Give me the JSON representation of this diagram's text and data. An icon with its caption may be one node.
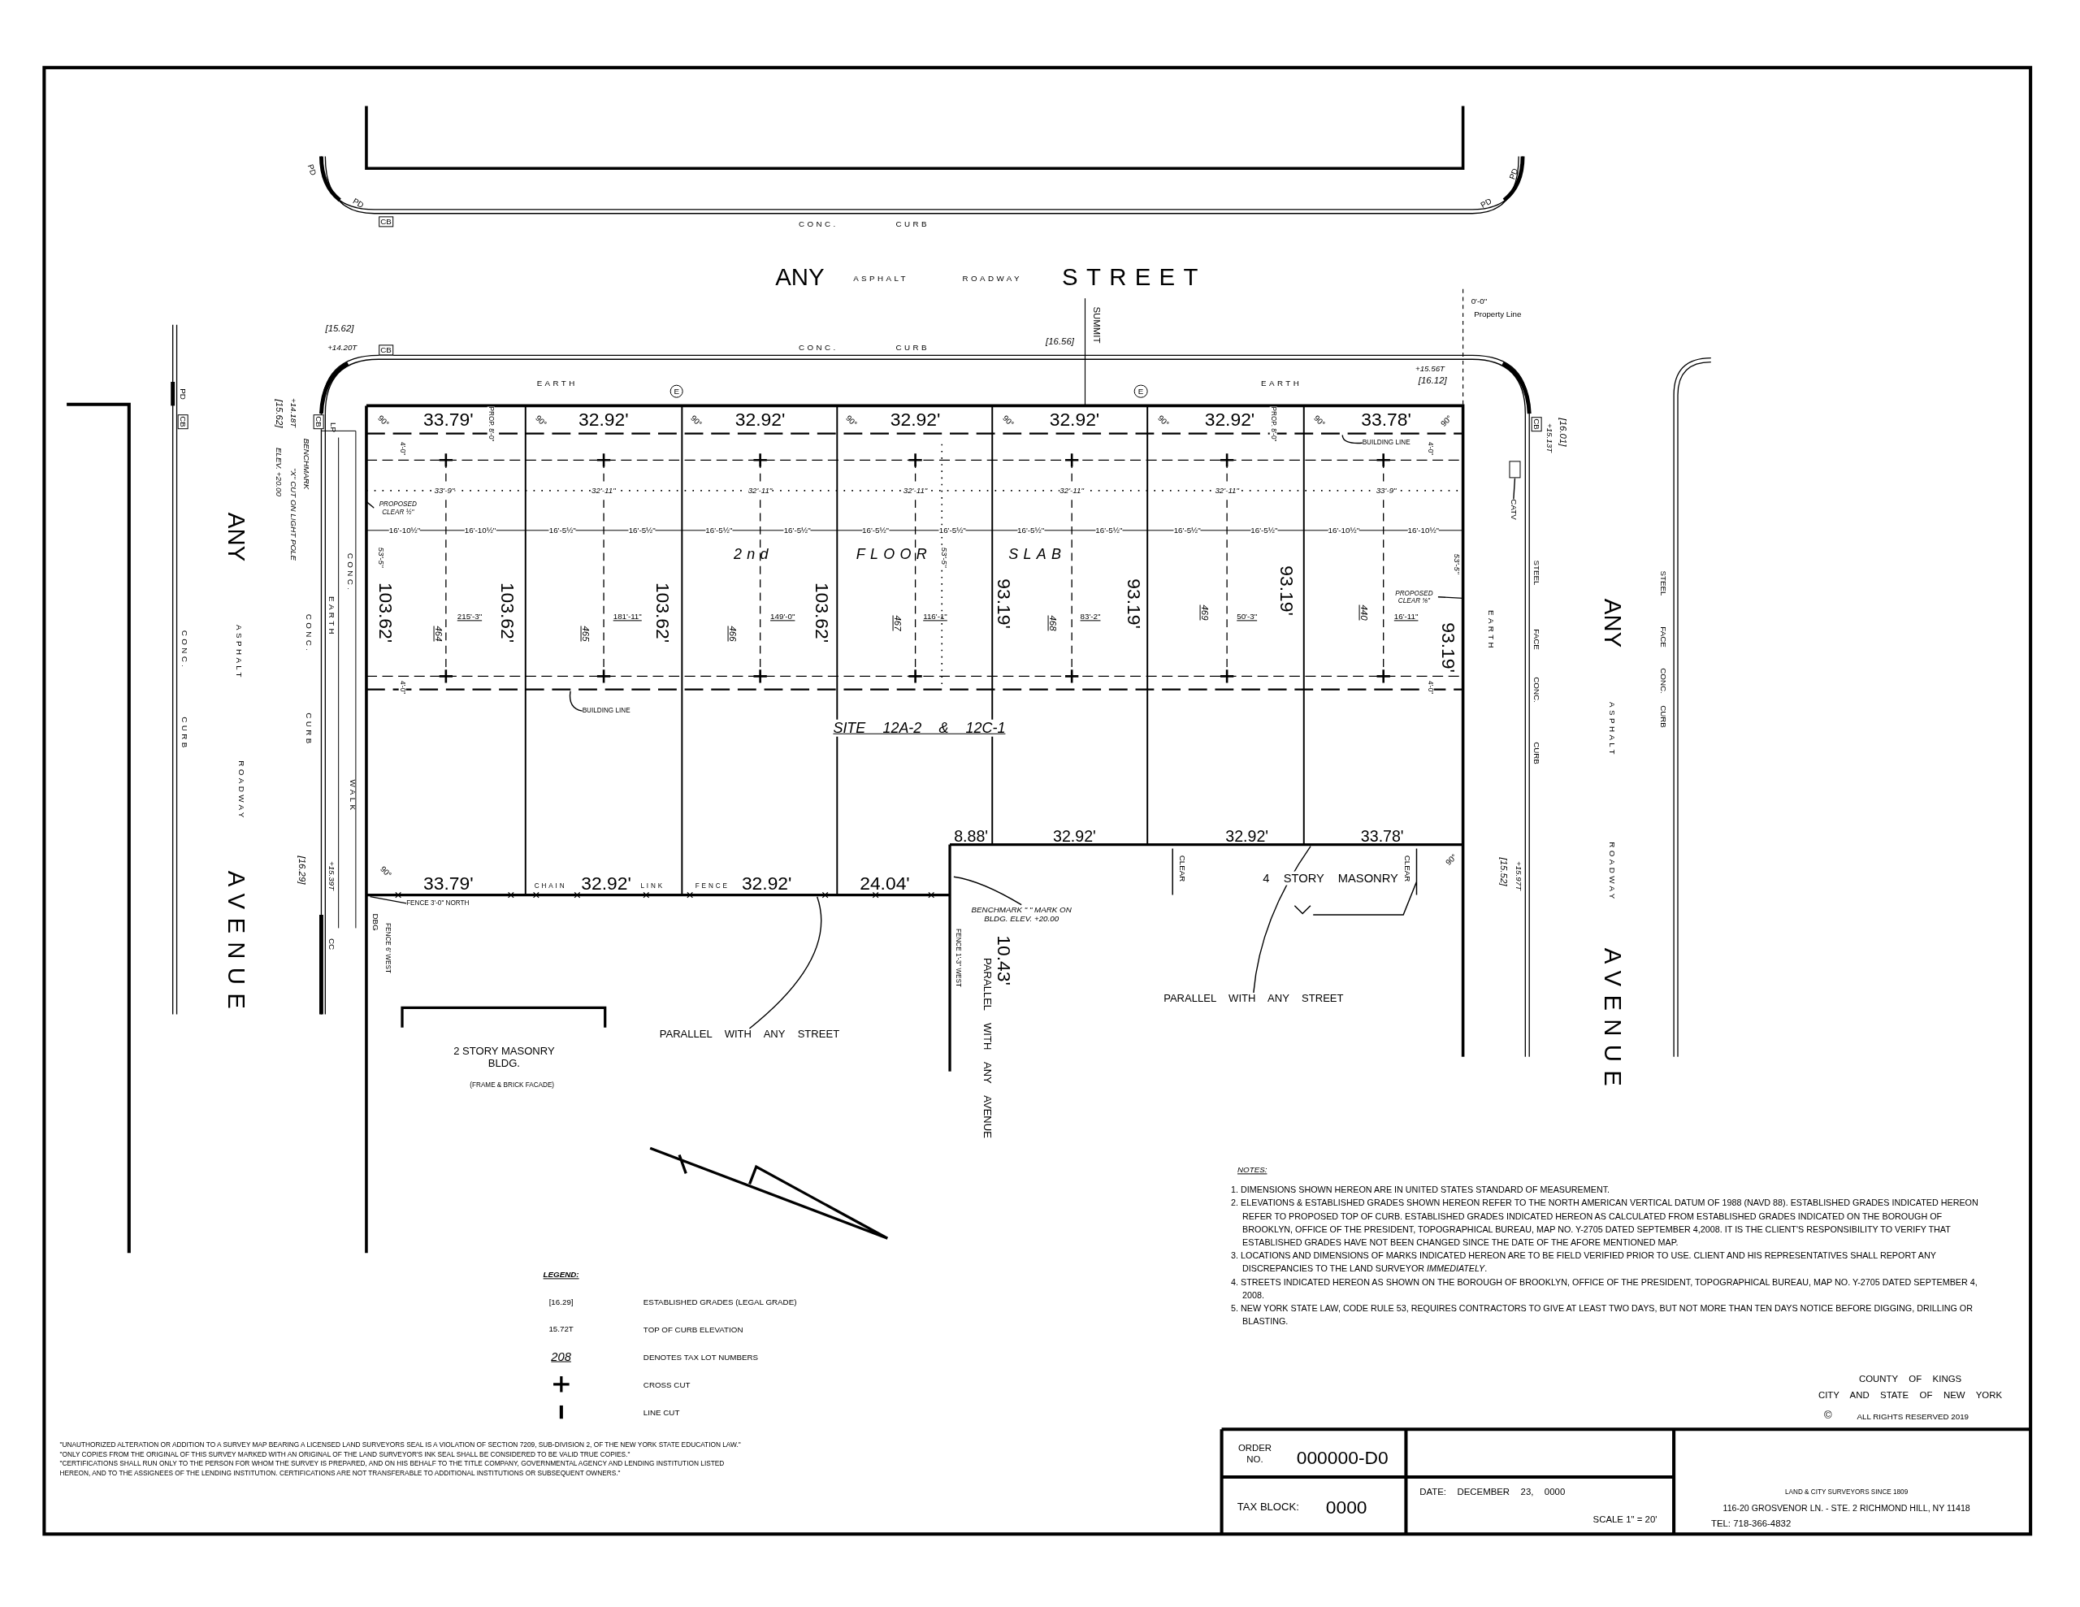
{
  "diagram": {
    "nodes": [
      {
        "text": [
          "BUILDING LINE"
        ]
      },
      {
        "text": [
          "BUILDING LINE"
        ]
      },
      {
        "text": [
          "PROPOSED CLEAR ½\""
        ]
      },
      {
        "text": [
          "PROPOSED CLEAR ⅜\""
        ]
      },
      {
        "text": [
          "CATV"
        ]
      },
      {
        "text": [],
        "shape": "box"
      },
      {
        "text": [
          "FENCE 3'-0\" NORTH"
        ]
      },
      {
        "text": [
          "BENCHMARK \" \" MARK ON BLDG. ELEV. +20.00"
        ]
      },
      {
        "text": [
          "PARALLEL WITH ANY STREET"
        ]
      },
      {
        "text": [
          "PARALLEL WITH ANY STREET"
        ]
      }
    ],
    "edges": [
      {
        "from": 0,
        "to": null,
        "arrow": "none"
      },
      {
        "from": 1,
        "to": null,
        "arrow": "none"
      },
      {
        "from": 2,
        "to": null,
        "arrow": "none"
      },
      {
        "from": 3,
        "to": null,
        "arrow": "none"
      },
      {
        "from": 4,
        "to": 5,
        "arrow": "none"
      },
      {
        "from": 6,
        "to": null,
        "arrow": "none"
      },
      {
        "from": 7,
        "to": null,
        "arrow": "none"
      },
      {
        "from": 8,
        "to": null,
        "arrow": "none"
      },
      {
        "from": 9,
        "to": null,
        "arrow": "none"
      }
    ],
    "labels": [
      "PD",
      "PD",
      "CB",
      "CONC.",
      "CURB",
      "PD",
      "PD",
      "ANY",
      "ASPHALT",
      "ROADWAY",
      "STREET",
      "0'-0\"",
      "Property Line",
      "[15.62]",
      "+14.20T",
      "CB",
      "CONC.",
      "CURB",
      "[16.56]",
      "SUMMIT",
      "+15.56T",
      "[16.12]",
      "EARTH",
      "E",
      "E",
      "EARTH",
      "PD",
      "CB",
      "[15.62]",
      "ELEV. +20.00",
      "+14.18T",
      "\"X\" CUT ON LIGHT POLE",
      "BENCHMARK",
      "CB",
      "LP",
      "CB",
      "+15.13T",
      "[16.01]",
      "ANY",
      "CONC.",
      "CURB",
      "ASPHALT",
      "ROADWAY",
      "AVENUE",
      "CONC.",
      "CURB",
      "CONC.",
      "EARTH",
      "WALK",
      "[16.29]",
      "+15.39T",
      "CC",
      "DBG",
      "EARTH",
      "STEEL",
      "FACE",
      "CONC.",
      "CURB",
      "ANY",
      "ASPHALT",
      "ROADWAY",
      "AVENUE",
      "STEEL",
      "FACE",
      "CONC.",
      "CURB",
      "[15.52]",
      "+15.97T",
      "90°",
      "33.79'",
      "PROP. 8'-0\"",
      "90°",
      "32.92'",
      "90°",
      "32.92'",
      "90°",
      "32.92'",
      "90°",
      "32.92'",
      "90°",
      "32.92'",
      "PROP. 8'-0\"",
      "90°",
      "33.78'",
      "90°",
      "4'-0\"",
      "4'-0\"",
      "33'-9\"",
      "32'-11\"",
      "32'-11\"",
      "32'-11\"",
      "32'-11\"",
      "32'-11\"",
      "33'-9\"",
      "16'-10½\"",
      "16'-10½\"",
      "16'-5½\"",
      "16'-5½\"",
      "16'-5½\"",
      "16'-5½\"",
      "16'-5½\"",
      "16'-5½\"",
      "16'-5½\"",
      "16'-5½\"",
      "16'-5½\"",
      "16'-5½\"",
      "16'-10½\"",
      "16'-10½\"",
      "53'-5\"",
      "2nd",
      "FLOOR",
      "SLAB",
      "53'-5\"",
      "53'-5\"",
      "103.62'",
      "103.62'",
      "103.62'",
      "103.62'",
      "93.19'",
      "93.19'",
      "93.19'",
      "93.19'",
      "464",
      "465",
      "466",
      "467",
      "468",
      "469",
      "440",
      "215'-3\"",
      "181'-11\"",
      "149'-0\"",
      "116'-1\"",
      "83'-2\"",
      "50'-3\"",
      "16'-11\"",
      "4'-0\"",
      "4'-0\"",
      "SITE 12A-2 & 12C-1",
      "8.88'",
      "32.92'",
      "32.92'",
      "33.78'",
      "90°",
      "33.79'",
      "CHAIN",
      "32.92'",
      "LINK",
      "FENCE",
      "32.92'",
      "24.04'",
      "CLEAR",
      "4 STORY MASONRY",
      "CLEAR",
      "90°",
      "FENCE 6' WEST",
      "FENCE 1'-3\" WEST",
      "10.43'",
      "PARALLEL WITH ANY AVENUE",
      "2 STORY MASONRY BLDG.",
      "(FRAME & BRICK FACADE)",
      "LEGEND:",
      "[16.29]",
      "15.72T",
      "208",
      "NOTES:",
      "1. DIMENSIONS SHOWN HEREON ARE IN UNITED STATES STANDARD OF MEASUREMENT.",
      "2. ELEVATIONS & ESTABLISHED GRADES SHOWN HEREON REFER TO THE NORTH AMERICAN VERTICAL DATUM OF 1988 (NAVD 88). ESTABLISHED GRADES INDICATED HEREON REFER TO PROPOSED TOP OF CURB. ESTABLISHED GRADES INDICATED HEREON AS CALCULATED FROM ESTABLISHED GRADES INDICATED ON THE BOROUGH OF BROOKLYN, OFFICE OF THE PRESIDENT, TOPOGRAPHICAL BUREAU, MAP NO. Y-2705 DATED SEPTEMBER 4,2008. IT IS THE CLIENT'S RESPONSIBILITY TO VERIFY THAT ESTABLISHED GRADES HAVE NOT BEEN CHANGED SINCE THE DATE OF THE AFORE MENTIONED MAP.",
      "3. LOCATIONS AND DIMENSIONS OF MARKS INDICATED HEREON ARE TO BE FIELD VERIFIED PRIOR TO USE. CLIENT AND HIS REPRESENTATIVES SHALL REPORT ANY DISCREPANCIES TO THE LAND SURVEYOR *IMMEDIATELY*.",
      "4. STREETS INDICATED HEREON AS SHOWN ON THE BOROUGH OF BROOKLYN, OFFICE OF THE PRESIDENT, TOPOGRAPHICAL BUREAU, MAP NO. Y-2705 DATED SEPTEMBER 4, 2008.",
      "5. NEW YORK STATE LAW, CODE RULE 53, REQUIRES CONTRACTORS TO GIVE AT LEAST TWO DAYS, BUT NOT MORE THAN TEN DAYS NOTICE BEFORE DIGGING, DRILLING OR BLASTING.",
      "COUNTY OF KINGS",
      "CITY AND STATE OF NEW YORK",
      "©",
      "ALL RIGHTS RESERVED 2019",
      "\"UNAUTHORIZED ALTERATION OR ADDITION TO A SURVEY MAP BEARING A LICENSED LAND SURVEYORS SEAL IS A VIOLATION OF SECTION 7209, SUB-DIVISION 2, OF THE NEW YORK STATE EDUCATION LAW.\"",
      "\"ONLY COPIES FROM THE ORIGINAL OF THIS SURVEY MARKED WITH AN ORIGINAL OF THE LAND SURVEYOR'S INK SEAL SHALL BE CONSIDERED TO BE VALID TRUE COPIES.\"",
      "\"CERTIFICATIONS SHALL RUN ONLY TO THE PERSON FOR WHOM THE SURVEY IS PREPARED, AND ON HIS BEHALF TO THE TITLE COMPANY, GOVERNMENTAL AGENCY AND LENDING INSTITUTION LISTED HEREON, AND TO THE ASSIGNEES OF THE LENDING INSTITUTION. CERTIFICATIONS ARE NOT TRANSFERABLE TO ADDITIONAL INSTITUTIONS OR SUBSEQUENT OWNERS.\"",
      "ORDER NO.",
      "000000-D0",
      "TAX BLOCK:",
      "0000",
      "DATE: DECEMBER 23, 0000",
      "SCALE 1\" = 20'",
      "LAND & CITY SURVEYORS SINCE 1809",
      "116-20 GROSVENOR LN. - STE. 2 RICHMOND HILL, NY 11418",
      "TEL: 718-366-4832"
    ],
    "legend": [
      {
        "text": "ESTABLISHED GRADES (LEGAL GRADE)"
      },
      {
        "text": "TOP OF CURB ELEVATION"
      },
      {
        "text": "DENOTES TAX LOT NUMBERS"
      },
      {
        "text": "CROSS CUT"
      },
      {
        "text": "LINE CUT"
      }
    ]
  }
}
